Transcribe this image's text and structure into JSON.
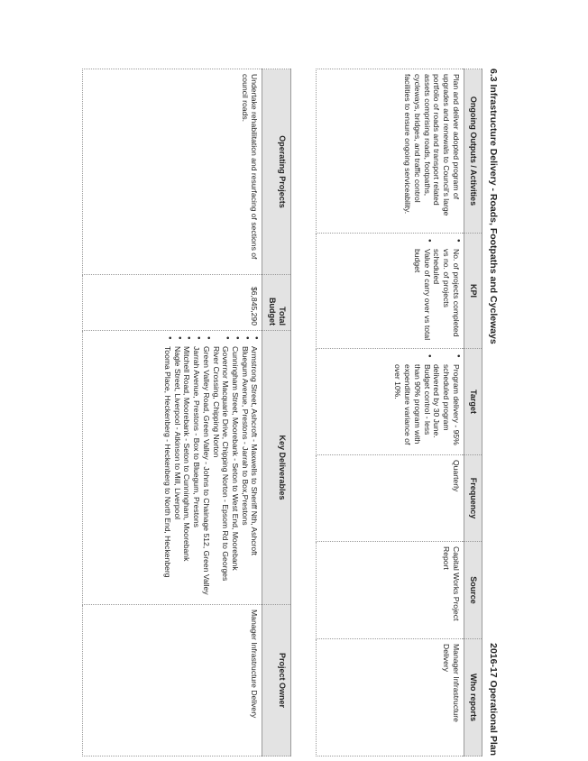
{
  "page": {
    "section_title": "6.3 Infrastructure Delivery - Roads, Footpaths and Cycleways",
    "plan_title": "2016-17 Operational Plan"
  },
  "outputs_table": {
    "headers": [
      "Ongoing Outputs / Activities",
      "KPI",
      "Target",
      "Frequency",
      "Source",
      "Who reports"
    ],
    "row": {
      "activity": "Plan and deliver adopted program of upgrades and renewals to Council's large portfolio of roads and transport related assets comprising roads, footpaths, cycleways, bridges, and traffic control facilities to ensure ongoing serviceability.",
      "kpi": [
        "No. of projects completed vs no. of projects scheduled",
        "Value of carry over vs total budget"
      ],
      "target": [
        "Program delivery - 95% scheduled program delivered by 30 June.",
        "Budget control - less than 90% program with expenditure variance of over 10%."
      ],
      "frequency": "Quarterly",
      "source": "Capital Works Project Report",
      "who_reports": "Manager Infrastructure Delivery"
    }
  },
  "projects_table": {
    "headers": [
      "Operating Projects",
      "Total Budget",
      "Key Deliverables",
      "Project Owner"
    ],
    "row": {
      "project": "Undertake rehabilitation and resurfacing of sections of council roads.",
      "budget": "$6,845,290",
      "deliverables": [
        "Armstrong Street, Ashcroft - Maxwells to Sheriff Nth, Ashcroft",
        "Bluegum Avenue, Prestons - Jarrah to Box,Prestons",
        "Cunningham Street, Moorebank - Seton to West End, Moorebank",
        "Governor Macquarie Drive, Chipping Norton - Epsom Rd to Georges River Crossing, Chipping Norton",
        "Green Valley Road, Green Valley - Johns to Chainage 512, Green Valley",
        "Jarrah Avenue, Prestons - Box to Bluegum, Prestons",
        "Mitchell Road, Moorebank - Seton to Cunningham, Moorebank",
        "Nagle Street, Liverpool - Atkinson to Mill, Liverpool",
        "Tooma Place, Heckenberg - Heckenberg to North End, Heckenberg"
      ],
      "owner": "Manager Infrastructure Delivery"
    }
  }
}
